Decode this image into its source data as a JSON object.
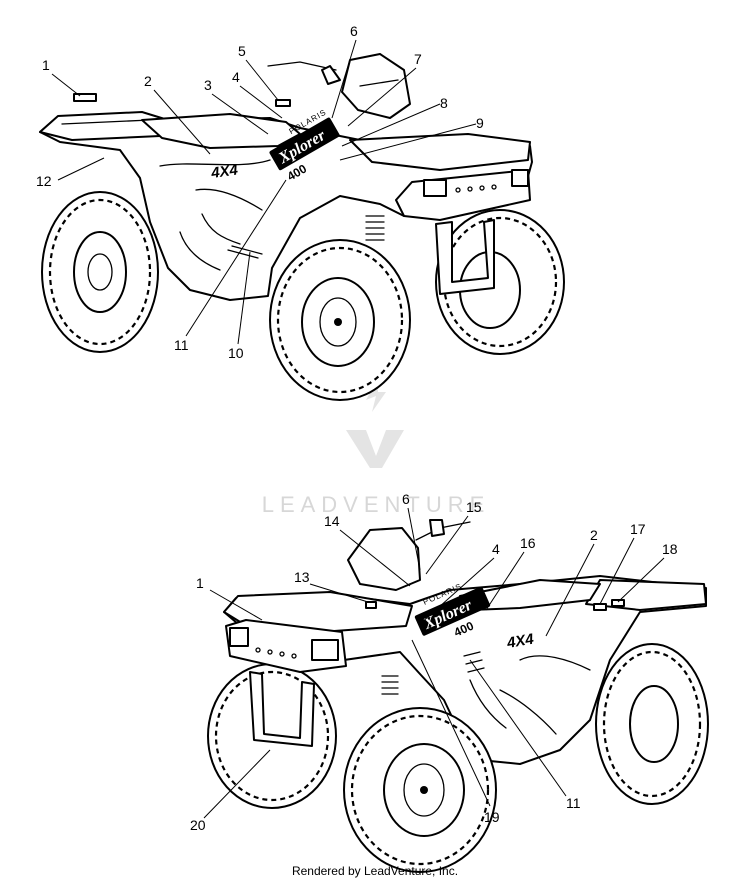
{
  "diagram": {
    "top_view_callouts": [
      "1",
      "2",
      "3",
      "4",
      "5",
      "6",
      "7",
      "8",
      "9",
      "10",
      "11",
      "12"
    ],
    "bottom_view_callouts": [
      "1",
      "2",
      "4",
      "6",
      "11",
      "13",
      "14",
      "15",
      "16",
      "17",
      "18",
      "19",
      "20"
    ]
  },
  "decal_text": {
    "brand": "POLARIS",
    "model": "Xplorer",
    "size": "400",
    "drive": "4X4"
  },
  "watermark": {
    "text": "LEADVENTURE"
  },
  "footer": {
    "text": "Rendered by LeadVenture, Inc."
  }
}
